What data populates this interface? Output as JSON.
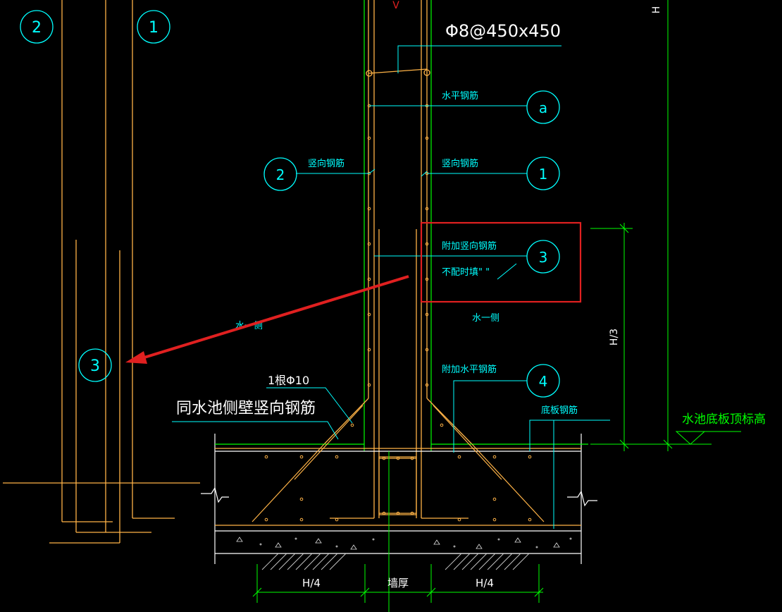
{
  "drawing": {
    "colors": {
      "background": "#000000",
      "rebar": "#ffb347",
      "leader": "#00ffff",
      "dimension": "#00ff00",
      "concrete": "#ffffff",
      "highlight": "#e02020"
    },
    "spec_top": "Φ8@450x450",
    "bubbles": {
      "b2_left": "2",
      "b1_left": "1",
      "b3_left": "3",
      "ba": "a",
      "b2_mid": "2",
      "b1_mid": "1",
      "b3_mid": "3",
      "b4_mid": "4"
    },
    "labels": {
      "horizontal_rebar": "水平钢筋",
      "vertical_rebar_2": "竖向钢筋",
      "vertical_rebar_1": "竖向钢筋",
      "additional_vertical": "附加竖向钢筋",
      "not_configured": "不配时填\"  \"",
      "water_side_left": "水一侧",
      "water_side_right": "水一侧",
      "additional_horizontal": "附加水平钢筋",
      "one_bar": "1根Φ10",
      "same_as_wall": "同水池侧壁竖向钢筋",
      "bottom_slab_rebar": "底板钢筋",
      "pool_bottom_elev": "水池底板顶标高",
      "h_over_3": "H/3",
      "h_top": "H",
      "h_over_4_left": "H/4",
      "wall_thickness": "墙厚",
      "h_over_4_right": "H/4",
      "top_mark": "V"
    }
  }
}
